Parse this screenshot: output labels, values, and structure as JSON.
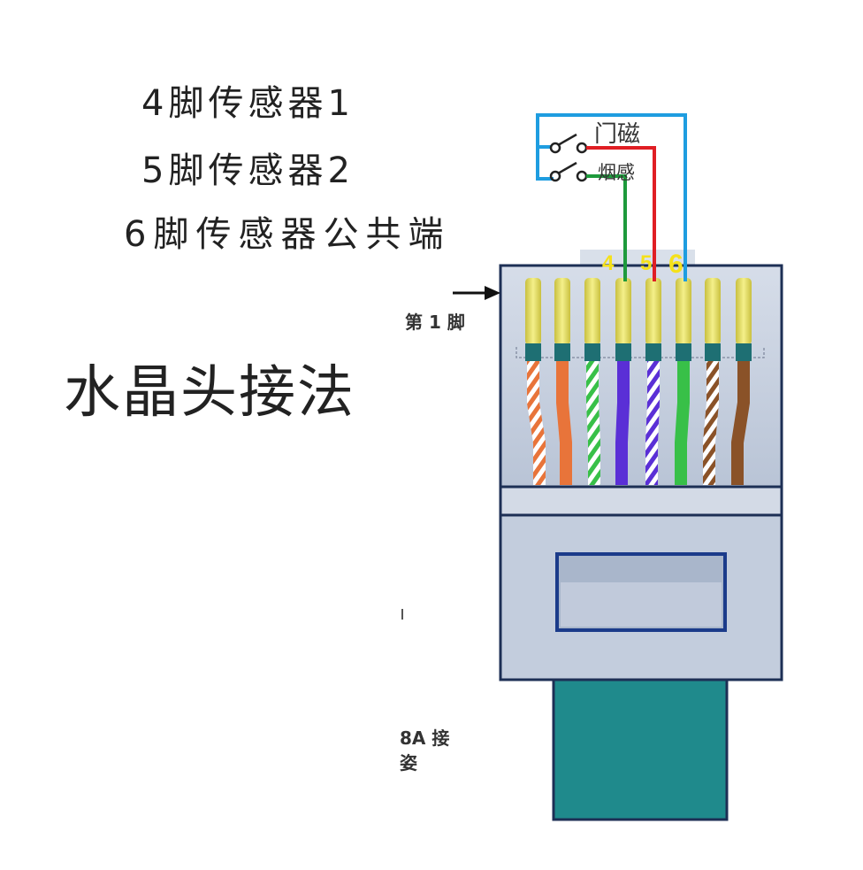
{
  "header": {
    "line1": "4脚传感器1",
    "line2": "5脚传感器2",
    "line3": "6脚传感器公共端"
  },
  "title": "水晶头接法",
  "pin1_label": "第 1 脚",
  "standard_label": {
    "line1": "8A 接",
    "line2": "姿"
  },
  "switches": {
    "door": "门磁",
    "smoke": "烟感"
  },
  "pin_numbers": [
    "4",
    "5",
    "6"
  ],
  "colors": {
    "loop_blue": "#1e9de0",
    "wire_green": "#1e9a3c",
    "wire_red": "#e01e24",
    "pin_number_yellow": "#f5e11a",
    "connector_body": "#c6d0e0",
    "boot_teal": "#1f8a8c"
  },
  "wires": [
    {
      "name": "white-orange",
      "stripe": "#e8743a",
      "striped": true
    },
    {
      "name": "orange",
      "stripe": "#e8743a",
      "striped": false
    },
    {
      "name": "white-green",
      "stripe": "#38c048",
      "striped": true
    },
    {
      "name": "blue",
      "stripe": "#5a2fd6",
      "striped": false
    },
    {
      "name": "white-blue",
      "stripe": "#5a2fd6",
      "striped": true
    },
    {
      "name": "green",
      "stripe": "#38c048",
      "striped": false
    },
    {
      "name": "white-brown",
      "stripe": "#8a5228",
      "striped": true
    },
    {
      "name": "brown",
      "stripe": "#8a5228",
      "striped": false
    }
  ]
}
